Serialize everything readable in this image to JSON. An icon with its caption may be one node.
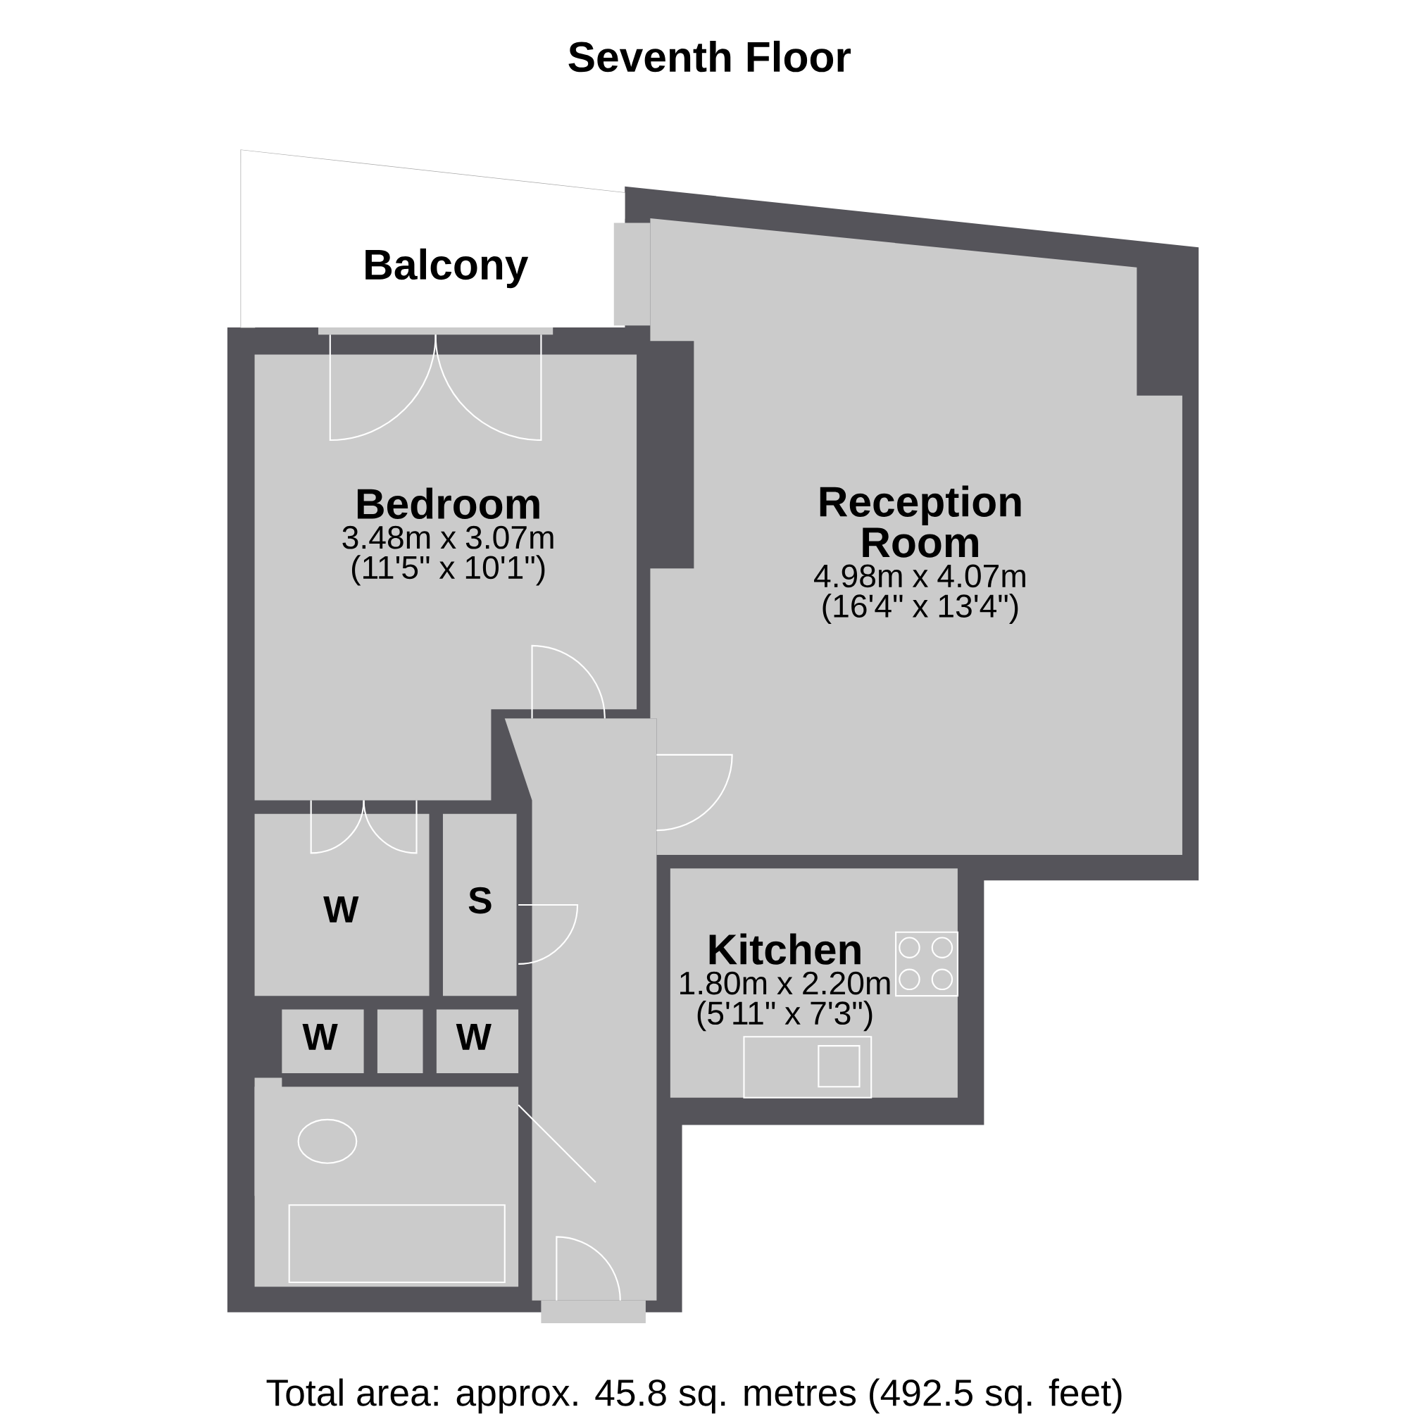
{
  "diagram": {
    "title": "Seventh Floor",
    "caption": "Total area: approx. 45.8 sq. metres (492.5 sq. feet)",
    "nodes": [
      {
        "text": [
          "Balcony"
        ]
      },
      {
        "text": [
          "Bedroom",
          "3.48m x 3.07m (11'5\" x 10'1\")"
        ]
      },
      {
        "text": [
          "Reception Room",
          "4.98m x 4.07m (16'4\" x 13'4\")"
        ]
      },
      {
        "text": [
          "W"
        ]
      },
      {
        "text": [
          "S"
        ]
      },
      {
        "text": [
          "W"
        ]
      },
      {
        "text": [
          "W"
        ]
      },
      {
        "text": [
          "Kitchen",
          "1.80m x 2.20m (5'11\" x 7'3\")"
        ]
      },
      {
        "text": [],
        "shape": "box"
      }
    ]
  }
}
